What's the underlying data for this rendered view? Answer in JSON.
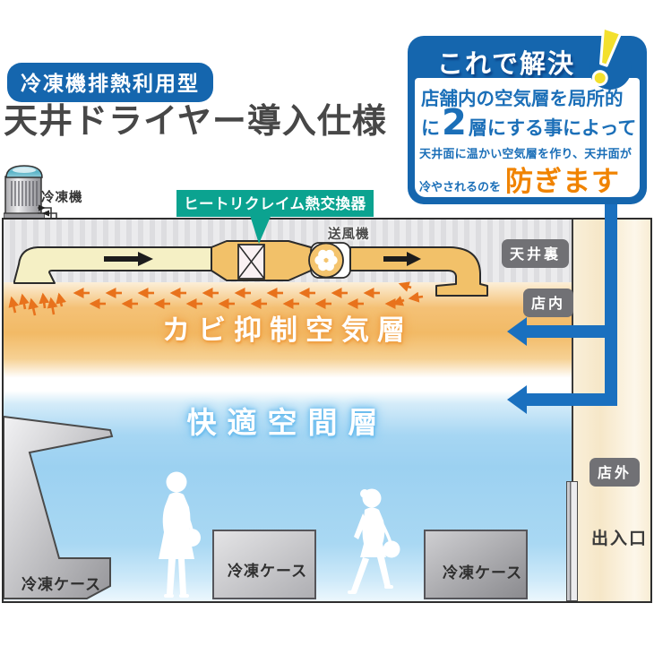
{
  "colors": {
    "primary_blue": "#1566ae",
    "text_blue": "#1b6fb8",
    "emphasis_orange": "#f08300",
    "accent_yellow": "#f3e02e",
    "label_teal": "#0ba390",
    "warm_layer": "#f2ba66",
    "cool_layer": "#9cd1f1",
    "arrow_orange": "#e8721c"
  },
  "header": {
    "badge": "冷凍機排熱利用型",
    "title": "天井ドライヤー導入仕様"
  },
  "callout": {
    "title": "これで解決",
    "line1": "店舗内の空気層を局所的",
    "line2_pre": "に",
    "line2_big": "2",
    "line2_post": "層にする事によって",
    "line3": "天井面に温かい空気層を作り、天井面が",
    "line4": "冷やされるのを",
    "emphasis": "防ぎます"
  },
  "diagram": {
    "freezer_unit": "冷凍機",
    "heat_exchanger": "ヒートリクレイム熱交換器",
    "fan": "送風機",
    "zone_above_ceiling": "天井裏",
    "zone_inside": "店内",
    "zone_outside": "店外",
    "entrance": "出入口",
    "layer_warm": "カビ抑制空気層",
    "layer_cool": "快適空間層",
    "freezer_cases": [
      "冷凍ケース",
      "冷凍ケース",
      "冷凍ケース"
    ]
  }
}
